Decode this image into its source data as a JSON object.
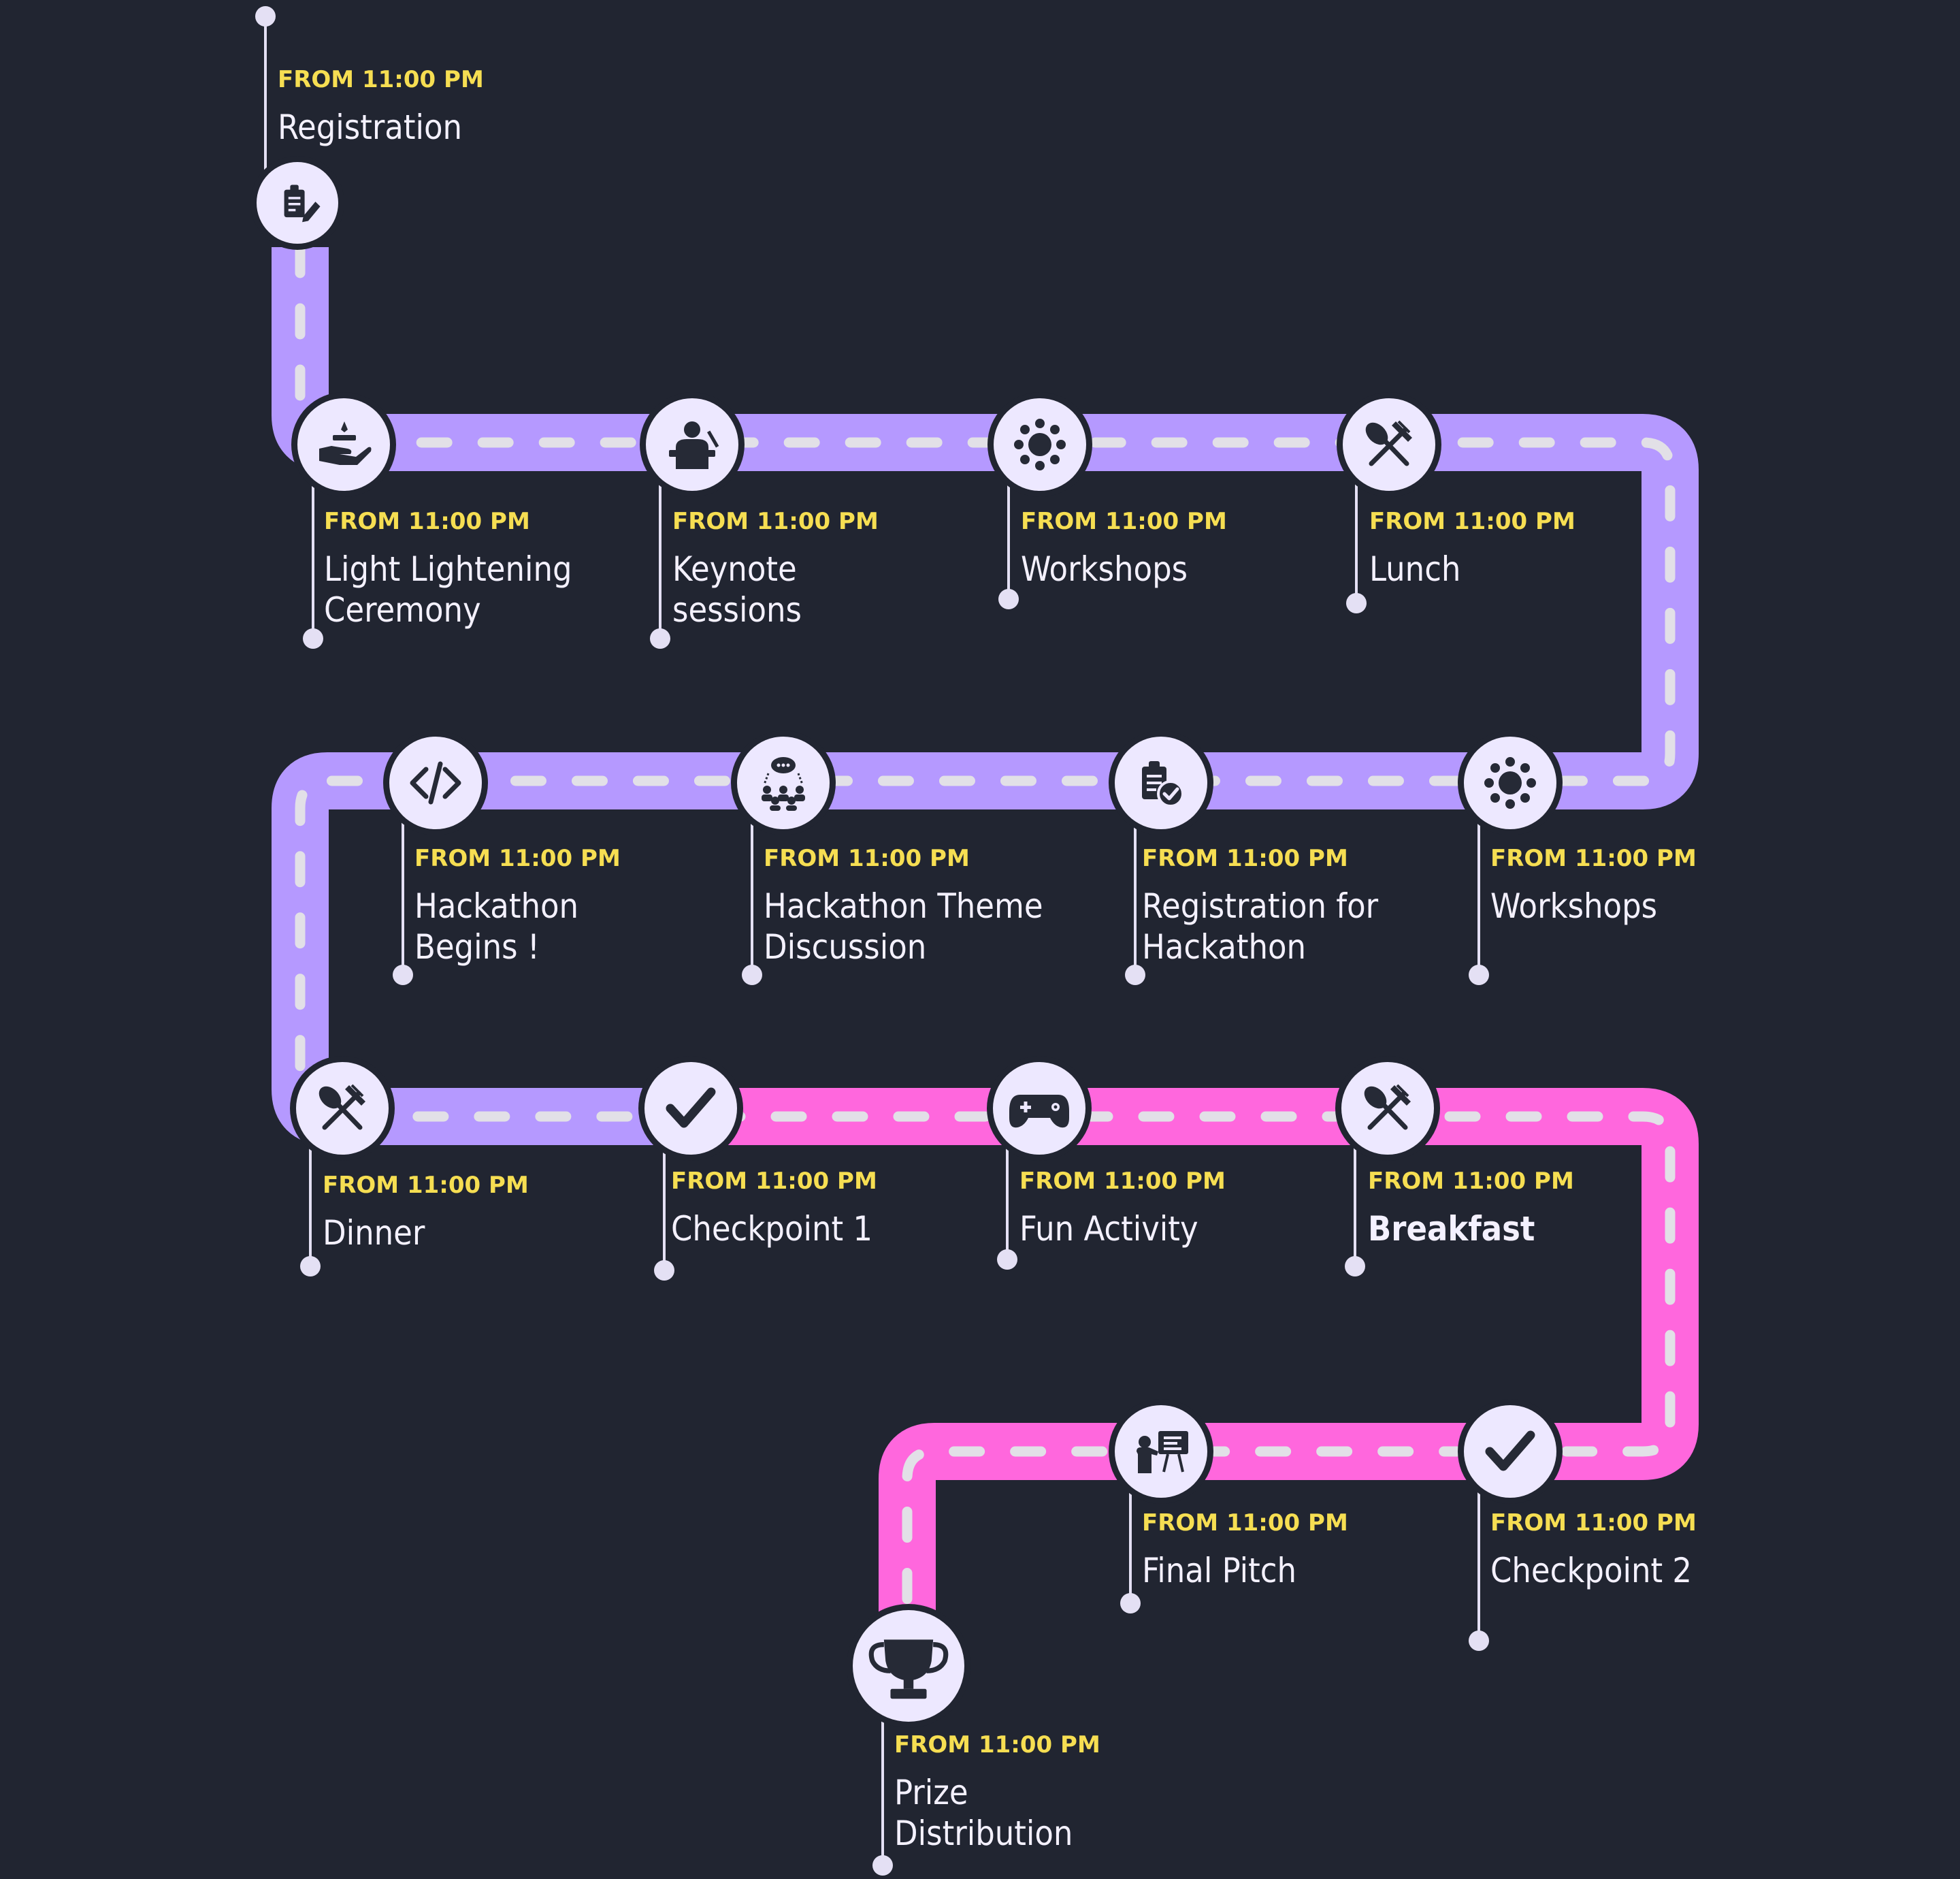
{
  "colors": {
    "background": "#212531",
    "road_purple": "#B599FF",
    "road_pink": "#FF67DD",
    "dash": "#E2E0E7",
    "node_fill": "#EDE8FF",
    "node_ring": "#212531",
    "icon": "#262A36",
    "time_text": "#F6DE52",
    "label_text": "#F4F1FF",
    "pin": "#E4E0F4"
  },
  "events": [
    {
      "id": "registration",
      "time": "FROM 11:00 PM",
      "lines": [
        "Registration"
      ],
      "icon": "clipboard-edit-icon"
    },
    {
      "id": "light-lightening-ceremony",
      "time": "FROM 11:00 PM",
      "lines": [
        "Light Lightening",
        "Ceremony"
      ],
      "icon": "hand-lamp-icon"
    },
    {
      "id": "keynote-sessions",
      "time": "FROM 11:00 PM",
      "lines": [
        "Keynote",
        "sessions"
      ],
      "icon": "speaker-podium-icon"
    },
    {
      "id": "workshops-1",
      "time": "FROM 11:00 PM",
      "lines": [
        "Workshops"
      ],
      "icon": "round-table-icon"
    },
    {
      "id": "lunch",
      "time": "FROM 11:00 PM",
      "lines": [
        "Lunch"
      ],
      "icon": "fork-spoon-icon"
    },
    {
      "id": "hackathon-begins",
      "time": "FROM 11:00 PM",
      "lines": [
        "Hackathon",
        "Begins !"
      ],
      "icon": "code-icon"
    },
    {
      "id": "hackathon-theme-discussion",
      "time": "FROM 11:00 PM",
      "lines": [
        "Hackathon Theme",
        "Discussion"
      ],
      "icon": "group-discussion-icon"
    },
    {
      "id": "registration-for-hackathon",
      "time": "FROM 11:00 PM",
      "lines": [
        "Registration for",
        "Hackathon"
      ],
      "icon": "clipboard-check-icon"
    },
    {
      "id": "workshops-2",
      "time": "FROM 11:00 PM",
      "lines": [
        "Workshops"
      ],
      "icon": "round-table-icon"
    },
    {
      "id": "dinner",
      "time": "FROM 11:00 PM",
      "lines": [
        "Dinner"
      ],
      "icon": "fork-spoon-icon"
    },
    {
      "id": "checkpoint-1",
      "time": "FROM 11:00 PM",
      "lines": [
        "Checkpoint 1"
      ],
      "icon": "checkmark-icon"
    },
    {
      "id": "fun-activity",
      "time": "FROM 11:00 PM",
      "lines": [
        "Fun Activity"
      ],
      "icon": "gamepad-icon"
    },
    {
      "id": "breakfast",
      "time": "FROM 11:00 PM",
      "lines": [
        "Breakfast"
      ],
      "icon": "fork-spoon-icon"
    },
    {
      "id": "checkpoint-2",
      "time": "FROM 11:00 PM",
      "lines": [
        "Checkpoint 2"
      ],
      "icon": "checkmark-icon"
    },
    {
      "id": "final-pitch",
      "time": "FROM 11:00 PM",
      "lines": [
        "Final Pitch"
      ],
      "icon": "presentation-board-icon"
    },
    {
      "id": "prize-distribution",
      "time": "FROM 11:00 PM",
      "lines": [
        "Prize",
        "Distribution"
      ],
      "icon": "trophy-icon"
    }
  ]
}
